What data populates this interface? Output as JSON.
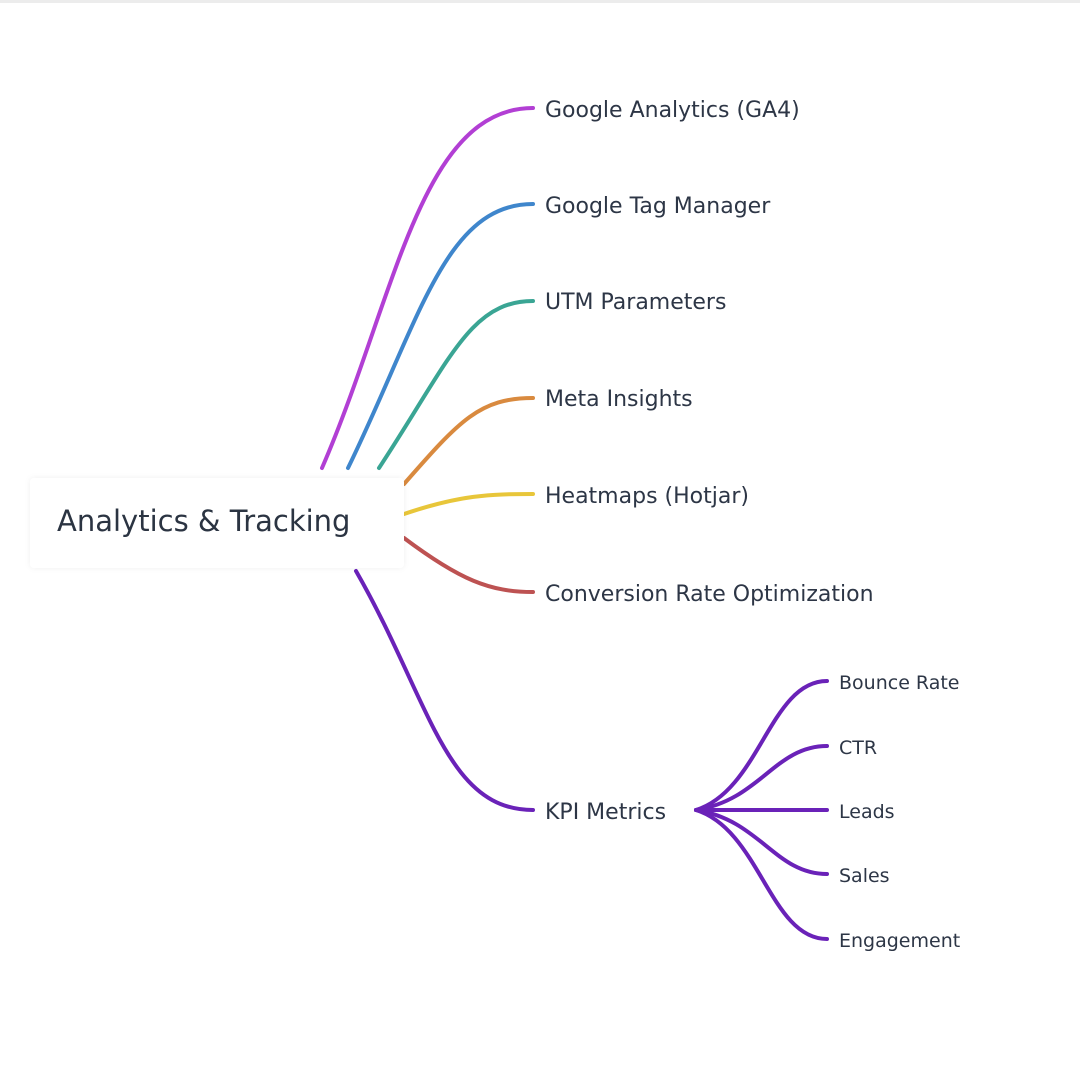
{
  "mindmap": {
    "root": {
      "label": "Analytics & Tracking"
    },
    "branches": [
      {
        "label": "Google Analytics (GA4)",
        "color": "#b23fd4"
      },
      {
        "label": "Google Tag Manager",
        "color": "#3f86cc"
      },
      {
        "label": "UTM Parameters",
        "color": "#3aa594"
      },
      {
        "label": "Meta Insights",
        "color": "#d98a3f"
      },
      {
        "label": "Heatmaps (Hotjar)",
        "color": "#e8c63a"
      },
      {
        "label": "Conversion Rate Optimization",
        "color": "#bd5252"
      },
      {
        "label": "KPI Metrics",
        "color": "#6a22b8",
        "children": [
          {
            "label": "Bounce Rate"
          },
          {
            "label": "CTR"
          },
          {
            "label": "Leads"
          },
          {
            "label": "Sales"
          },
          {
            "label": "Engagement"
          }
        ]
      }
    ]
  }
}
